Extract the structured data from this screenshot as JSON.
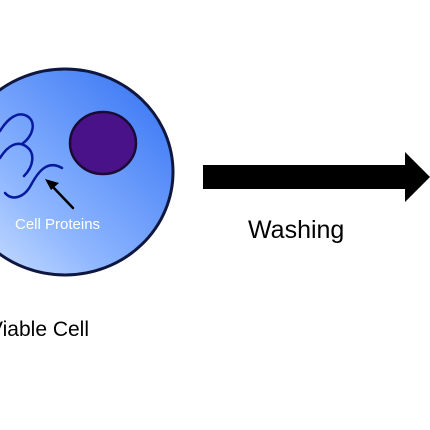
{
  "diagram": {
    "cell_label": "Cell Proteins",
    "step_label": "Washing",
    "caption": "Viable Cell"
  },
  "colors": {
    "cell_fill_light": "#a9c9ff",
    "cell_fill_dark": "#2f6ff3",
    "cell_outline": "#0f1740",
    "nucleus_fill": "#4a1289",
    "protein_stroke": "#071a9e",
    "arrow_fill": "#000000"
  }
}
